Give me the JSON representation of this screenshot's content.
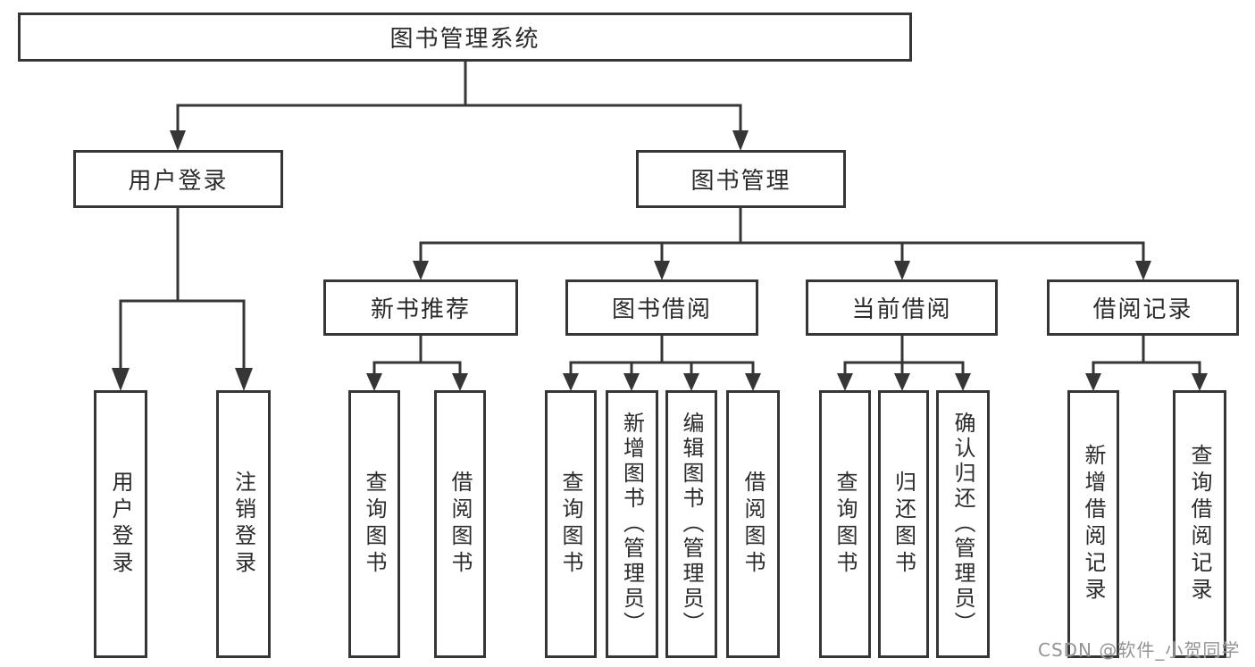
{
  "tree": {
    "label": "图书管理系统",
    "children": [
      {
        "label": "用户登录",
        "children": [
          {
            "label": "用户登录"
          },
          {
            "label": "注销登录"
          }
        ]
      },
      {
        "label": "图书管理",
        "children": [
          {
            "label": "新书推荐",
            "children": [
              {
                "label": "查询图书"
              },
              {
                "label": "借阅图书"
              }
            ]
          },
          {
            "label": "图书借阅",
            "children": [
              {
                "label": "查询图书"
              },
              {
                "label": "新增图书（管理员）"
              },
              {
                "label": "编辑图书（管理员）"
              },
              {
                "label": "借阅图书"
              }
            ]
          },
          {
            "label": "当前借阅",
            "children": [
              {
                "label": "查询图书"
              },
              {
                "label": "归还图书"
              },
              {
                "label": "确认归还（管理员）"
              }
            ]
          },
          {
            "label": "借阅记录",
            "children": [
              {
                "label": "新增借阅记录"
              },
              {
                "label": "查询借阅记录"
              }
            ]
          }
        ]
      }
    ]
  },
  "watermark": {
    "text": "CSDN @软件_小贺同学"
  },
  "colors": {
    "background": "#ffffff",
    "box_border": "#363636",
    "box_fill": "#ffffff",
    "line": "#363636",
    "text": "#2b2b2b",
    "watermark": "#949494"
  }
}
